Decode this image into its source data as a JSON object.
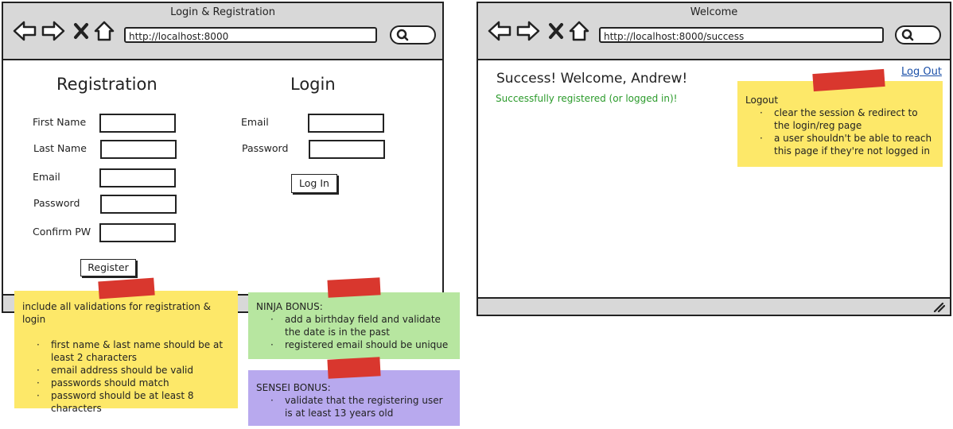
{
  "left_window": {
    "title": "Login & Registration",
    "url": "http://localhost:8000",
    "registration": {
      "heading": "Registration",
      "first_name_label": "First Name",
      "last_name_label": "Last Name",
      "email_label": "Email",
      "password_label": "Password",
      "confirm_label": "Confirm PW",
      "button": "Register"
    },
    "login": {
      "heading": "Login",
      "email_label": "Email",
      "password_label": "Password",
      "button": "Log In"
    }
  },
  "right_window": {
    "title": "Welcome",
    "url": "http://localhost:8000/success",
    "greeting": "Success! Welcome, Andrew!",
    "status": "Successfully registered (or logged in)!",
    "logout_link": "Log Out"
  },
  "notes": {
    "validations": {
      "heading": "include all validations for registration & login",
      "items": [
        "first name & last name should be at least 2 characters",
        "email address should be valid",
        "passwords should match",
        "password should be at least 8 characters"
      ]
    },
    "ninja": {
      "heading": "NINJA BONUS:",
      "items": [
        "add a birthday field and validate the date is in the past",
        "registered email should be unique"
      ]
    },
    "sensei": {
      "heading": "SENSEI BONUS:",
      "items": [
        "validate that the registering user is at least 13 years old"
      ]
    },
    "logout": {
      "heading": "Logout",
      "items": [
        "clear the session & redirect to the login/reg page",
        "a user shouldn't be able to reach this page if they're not logged in"
      ]
    }
  },
  "colors": {
    "success_green": "#2a9a2a",
    "note_yellow": "#fde869",
    "note_green": "#b7e6a0",
    "note_purple": "#b8a9ee",
    "tape_red": "#d9372e",
    "link_blue": "#1a4fa8"
  },
  "icons": {
    "back": "back-arrow-icon",
    "forward": "forward-arrow-icon",
    "stop": "close-x-icon",
    "home": "home-icon",
    "search": "search-icon",
    "resize": "resize-grip-icon"
  }
}
